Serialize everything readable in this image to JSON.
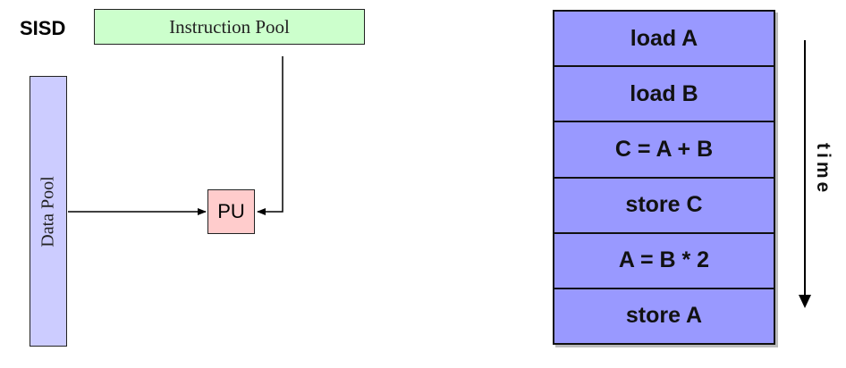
{
  "left_diagram": {
    "title": "SISD",
    "instruction_pool_label": "Instruction Pool",
    "data_pool_label": "Data Pool",
    "processing_unit_label": "PU",
    "colors": {
      "instruction_pool": "#ccffcc",
      "data_pool": "#ccccff",
      "processing_unit": "#ffcccc"
    }
  },
  "instruction_stack": {
    "rows": [
      {
        "label": "load A"
      },
      {
        "label": "load B"
      },
      {
        "label": "C = A + B"
      },
      {
        "label": "store C"
      },
      {
        "label": "A = B * 2"
      },
      {
        "label": "store A"
      }
    ],
    "color": "#9999ff"
  },
  "time_axis": {
    "label": "time"
  }
}
